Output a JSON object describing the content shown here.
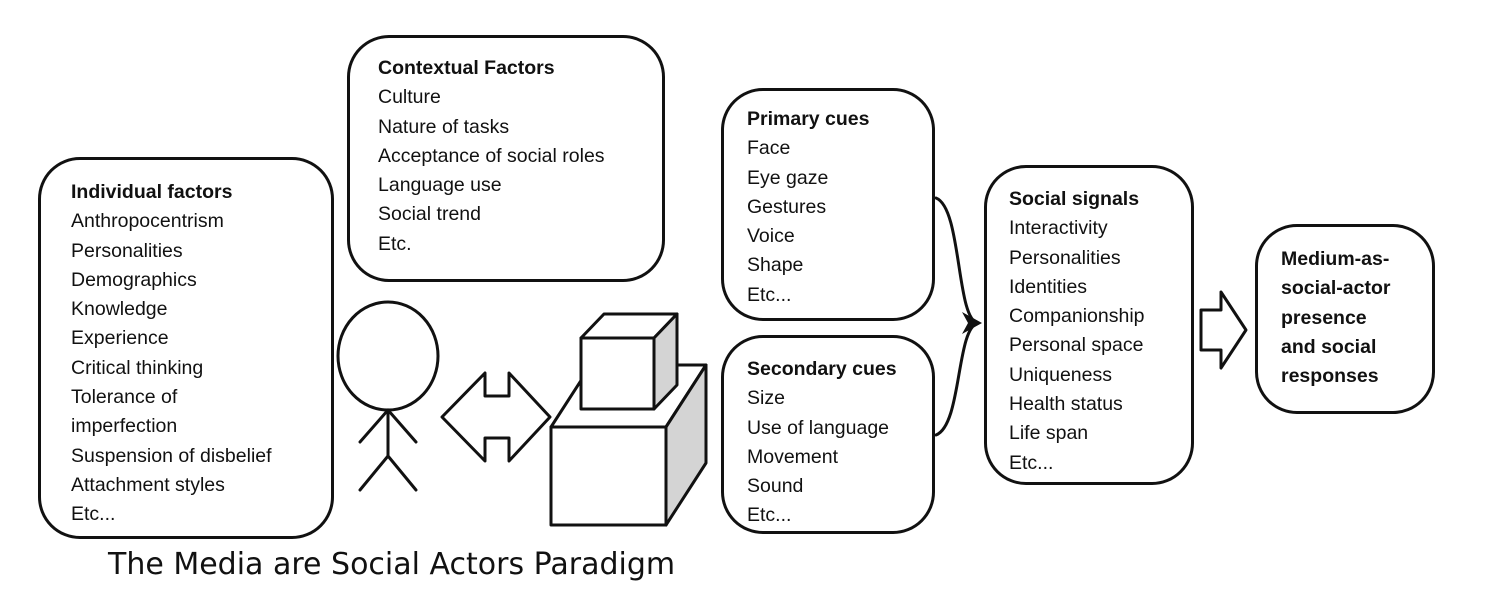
{
  "individual": {
    "title": "Individual factors",
    "items": [
      "Anthropocentrism",
      "Personalities",
      "Demographics",
      "Knowledge",
      "Experience",
      "Critical thinking",
      "Tolerance of",
      "imperfection",
      "Suspension of disbelief",
      "Attachment styles",
      "Etc..."
    ]
  },
  "contextual": {
    "title": "Contextual Factors",
    "items": [
      "Culture",
      "Nature of tasks",
      "Acceptance of social roles",
      "Language use",
      "Social trend",
      "Etc."
    ]
  },
  "primary": {
    "title": "Primary cues",
    "items": [
      "Face",
      "Eye gaze",
      "Gestures",
      "Voice",
      "Shape",
      "Etc..."
    ]
  },
  "secondary": {
    "title": "Secondary cues",
    "items": [
      "Size",
      "Use of language",
      "Movement",
      "Sound",
      "Etc..."
    ]
  },
  "signals": {
    "title": "Social signals",
    "items": [
      "Interactivity",
      "Personalities",
      "Identities",
      "Companionship",
      "Personal space",
      "Uniqueness",
      "Health status",
      "Life span",
      "Etc..."
    ]
  },
  "outcome": {
    "title": "Medium-as-\nsocial-actor\npresence\nand social\nresponses"
  },
  "caption": "The Media are Social Actors Paradigm",
  "colors": {
    "stroke": "#111111",
    "cube_side": "#d4d4d4",
    "background": "#ffffff"
  }
}
